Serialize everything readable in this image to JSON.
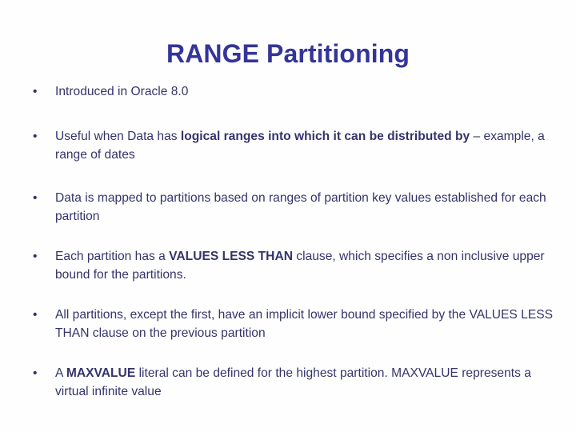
{
  "slide": {
    "title": "RANGE Partitioning",
    "title_color": "#343499",
    "body_color": "#34346b",
    "background_color": "#fefefe",
    "bullet_marker": "•",
    "bullets": [
      {
        "id": "introduced-in-oracle",
        "plain": "Introduced in Oracle 8.0",
        "runs": [
          {
            "text": "Introduced in Oracle 8.0",
            "bold": false
          }
        ]
      },
      {
        "id": "useful-logical-ranges",
        "plain": "Useful when Data has logical ranges into which it can be distributed by – example, a range of dates",
        "runs": [
          {
            "text": "Useful when Data has ",
            "bold": false
          },
          {
            "text": "logical ranges into which it can be distributed by",
            "bold": true
          },
          {
            "text": " – example, a range of dates",
            "bold": false
          }
        ]
      },
      {
        "id": "data-mapped-to-partitions",
        "plain": "Data is mapped to partitions based on ranges of partition key values established for each partition",
        "runs": [
          {
            "text": "Data is mapped to partitions based on ranges of partition key values established for each partition",
            "bold": false
          }
        ]
      },
      {
        "id": "values-less-than-clause",
        "plain": "Each partition has a VALUES LESS THAN clause, which specifies a non inclusive upper bound for the partitions.",
        "runs": [
          {
            "text": "Each partition has a ",
            "bold": false
          },
          {
            "text": "VALUES LESS THAN",
            "bold": true
          },
          {
            "text": " clause, which specifies a non inclusive upper bound for the partitions.",
            "bold": false
          }
        ]
      },
      {
        "id": "implicit-lower-bound",
        "plain": "All partitions, except the first, have an implicit lower bound specified by the VALUES LESS THAN clause on the previous partition",
        "runs": [
          {
            "text": "All partitions, except the first, have an implicit lower bound specified by the VALUES LESS THAN clause on the previous partition",
            "bold": false
          }
        ]
      },
      {
        "id": "maxvalue-literal",
        "plain": "A MAXVALUE literal can be defined for the highest partition. MAXVALUE represents a virtual infinite value",
        "runs": [
          {
            "text": "A ",
            "bold": false
          },
          {
            "text": "MAXVALUE",
            "bold": true
          },
          {
            "text": " literal can be defined for the highest partition. MAXVALUE represents a virtual infinite value",
            "bold": false
          }
        ]
      }
    ]
  }
}
